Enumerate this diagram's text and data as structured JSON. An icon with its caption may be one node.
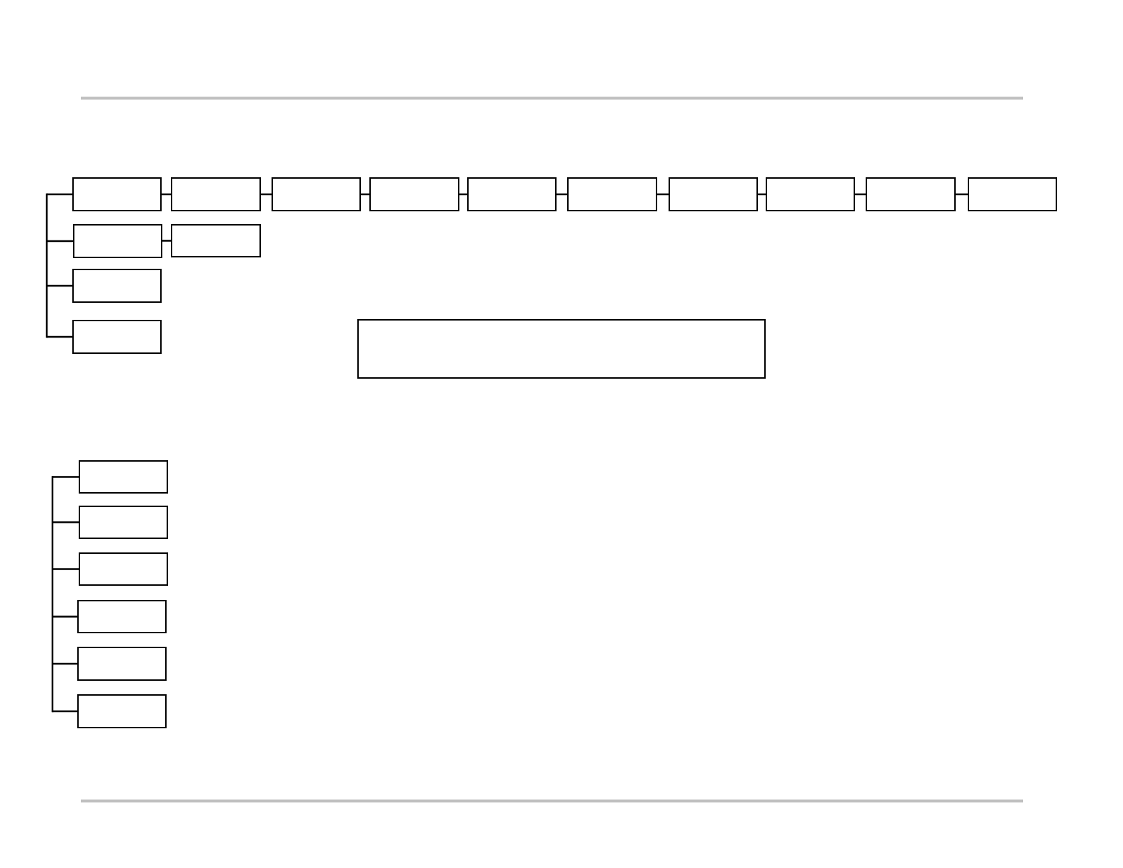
{
  "diagram": {
    "nodes": [
      {
        "text": [],
        "shape": "box"
      },
      {
        "text": [],
        "shape": "box"
      },
      {
        "text": [],
        "shape": "box"
      },
      {
        "text": [],
        "shape": "box"
      },
      {
        "text": [],
        "shape": "box"
      },
      {
        "text": [],
        "shape": "box"
      },
      {
        "text": [],
        "shape": "box"
      },
      {
        "text": [],
        "shape": "box"
      },
      {
        "text": [],
        "shape": "box"
      },
      {
        "text": [],
        "shape": "box"
      },
      {
        "text": [],
        "shape": "box"
      },
      {
        "text": [],
        "shape": "box"
      },
      {
        "text": [],
        "shape": "box"
      },
      {
        "text": [],
        "shape": "box"
      },
      {
        "text": [],
        "shape": "box"
      },
      {
        "text": [],
        "shape": "box"
      },
      {
        "text": [],
        "shape": "box"
      },
      {
        "text": [],
        "shape": "box"
      },
      {
        "text": [],
        "shape": "box"
      },
      {
        "text": [],
        "shape": "box"
      },
      {
        "text": [],
        "shape": "box"
      }
    ],
    "edges": [
      {
        "from": 0,
        "to": 1,
        "arrow": "none"
      },
      {
        "from": 1,
        "to": 2,
        "arrow": "none"
      },
      {
        "from": 2,
        "to": 3,
        "arrow": "none"
      },
      {
        "from": 3,
        "to": 4,
        "arrow": "none"
      },
      {
        "from": 4,
        "to": 5,
        "arrow": "none"
      },
      {
        "from": 5,
        "to": 6,
        "arrow": "none"
      },
      {
        "from": 6,
        "to": 7,
        "arrow": "none"
      },
      {
        "from": 7,
        "to": 8,
        "arrow": "none"
      },
      {
        "from": 8,
        "to": 9,
        "arrow": "none"
      },
      {
        "from": 10,
        "to": 11,
        "arrow": "none"
      },
      {
        "from": null,
        "to": 0,
        "arrow": "none"
      },
      {
        "from": null,
        "to": 10,
        "arrow": "none"
      },
      {
        "from": null,
        "to": 12,
        "arrow": "none"
      },
      {
        "from": null,
        "to": 13,
        "arrow": "none"
      },
      {
        "from": null,
        "to": 15,
        "arrow": "none"
      },
      {
        "from": null,
        "to": 16,
        "arrow": "none"
      },
      {
        "from": null,
        "to": 17,
        "arrow": "none"
      },
      {
        "from": null,
        "to": 18,
        "arrow": "none"
      },
      {
        "from": null,
        "to": 19,
        "arrow": "none"
      },
      {
        "from": null,
        "to": 20,
        "arrow": "none"
      }
    ]
  }
}
